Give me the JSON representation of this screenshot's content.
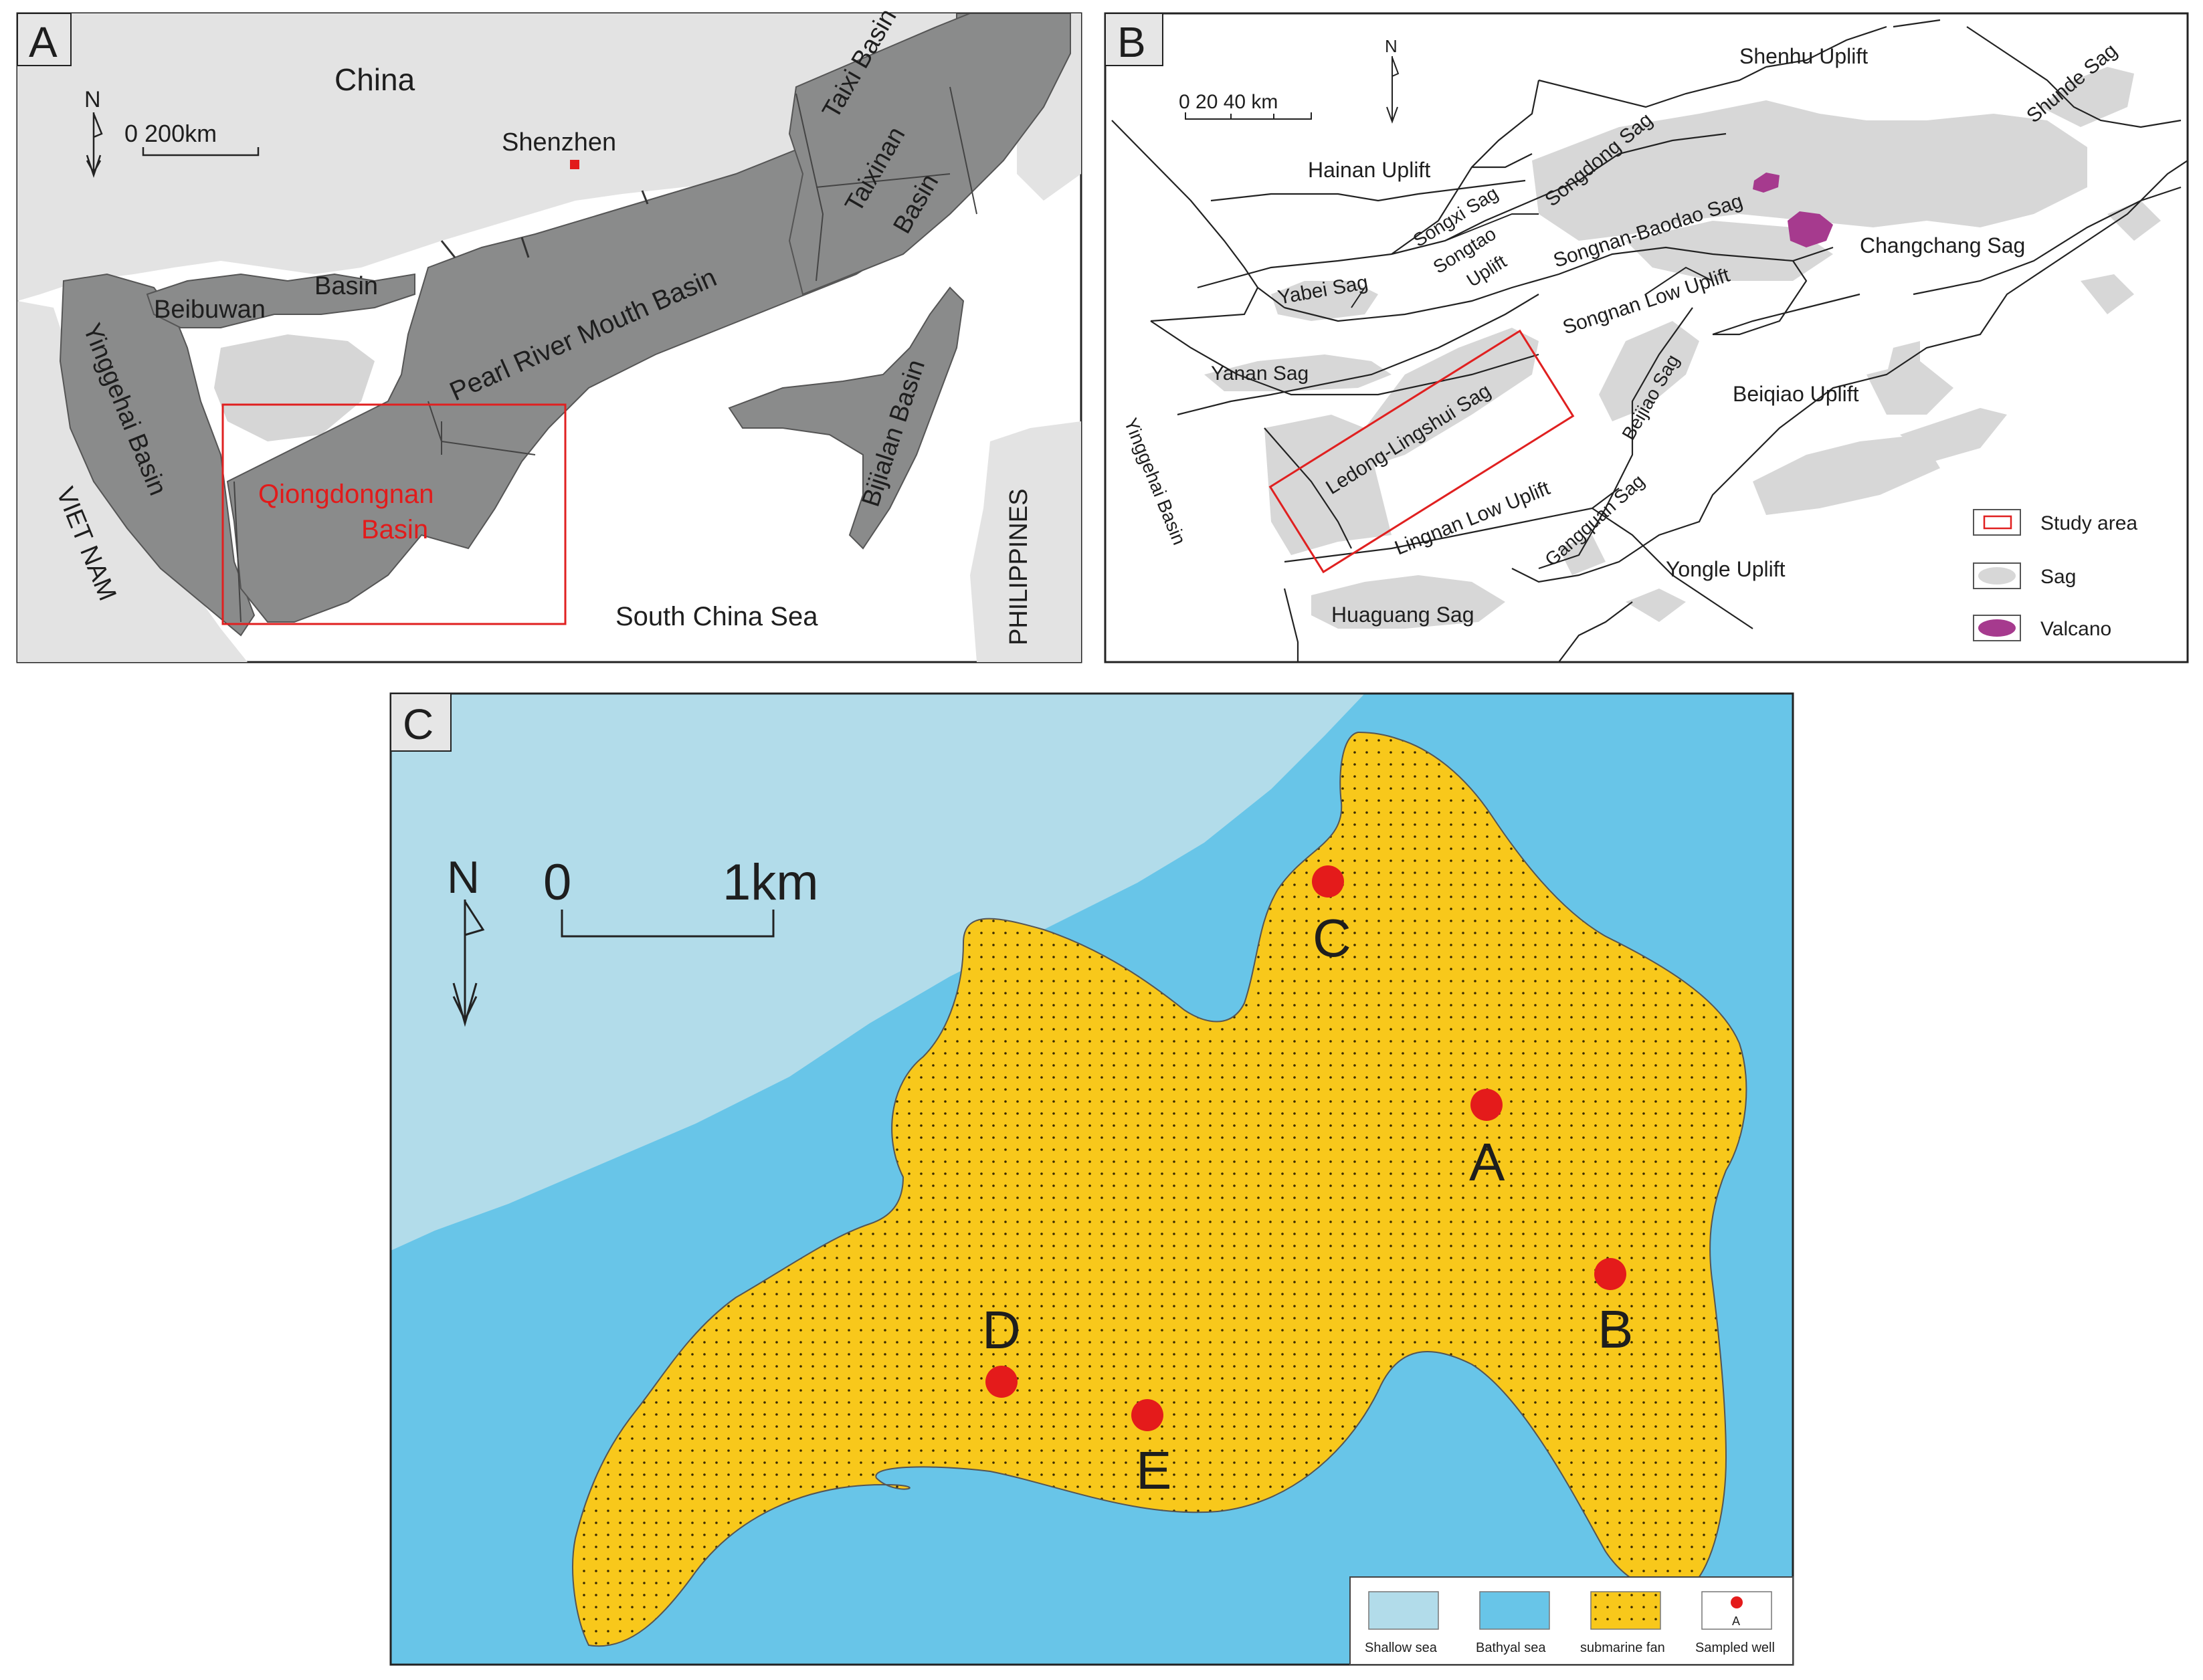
{
  "panels": {
    "a": {
      "letter": "A",
      "labels": {
        "china": "China",
        "shenzhen": "Shenzhen",
        "scale": "0   200km",
        "north": "N",
        "beibuwan": "Beibuwan",
        "basin": "Basin",
        "yinggehai": "Yinggehai Basin",
        "pearl": "Pearl River Mouth Basin",
        "taixi": "Taixi Basin",
        "taixinan_1": "Taixinan",
        "taixinan_2": "Basin",
        "qiong_1": "Qiongdongnan",
        "qiong_2": "Basin",
        "vietnam": "VIET NAM",
        "scs": "South China Sea",
        "bijialan": "Bijialan Basin",
        "philippines": "PHILIPPINES"
      }
    },
    "b": {
      "letter": "B",
      "labels": {
        "scale": "0   20   40  km",
        "north": "N",
        "shenhu": "Shenhu Uplift",
        "shunde": "Shunde Sag",
        "hainan": "Hainan Uplift",
        "songdong": "Songdong Sag",
        "songxi": "Songxi Sag",
        "songtao_1": "Songtao",
        "songtao_2": "Uplift",
        "songnan_baodao": "Songnan-Baodao Sag",
        "changchang": "Changchang Sag",
        "yabei": "Yabei Sag",
        "songnan_low": "Songnan Low Uplift",
        "yanan": "Yanan Sag",
        "ledong": "Ledong-Lingshui Sag",
        "beijiao": "Beijiao Sag",
        "beiqiao": "Beiqiao Uplift",
        "yinggehai": "Yinggehai Basin",
        "lingnan": "Lingnan Low Uplift",
        "gangquan": "Gangquan Sag",
        "yongle": "Yongle Uplift",
        "huaguang": "Huaguang Sag"
      },
      "legend": {
        "study_area": "Study area",
        "sag": "Sag",
        "volcano": "Valcano"
      }
    },
    "c": {
      "letter": "C",
      "north": "N",
      "scale_zero": "0",
      "scale_end": "1km",
      "wells": [
        {
          "id": "C"
        },
        {
          "id": "A"
        },
        {
          "id": "B"
        },
        {
          "id": "D"
        },
        {
          "id": "E"
        }
      ],
      "legend": {
        "shallow": "Shallow sea",
        "bathyal": "Bathyal sea",
        "fan": "submarine fan",
        "well": "Sampled well",
        "well_marker": "A"
      }
    }
  },
  "colors": {
    "basin_grey": "#8a8b8b",
    "land_grey": "#e3e3e3",
    "sag_grey": "#d7d7d7",
    "shallow_sea": "#b2dcea",
    "bathyal_sea": "#68c5e8",
    "submarine_fan": "#f8c81b",
    "well_red": "#e41b1b",
    "volcano": "#a63a8e",
    "study_red": "#e02020"
  }
}
